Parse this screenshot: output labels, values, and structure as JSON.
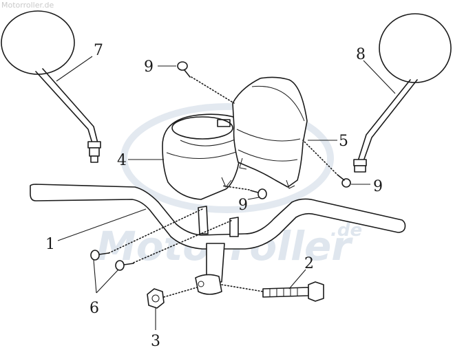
{
  "watermark": {
    "corner": "Motorroller.de",
    "center": "Motorroller",
    "center_suffix": ".de"
  },
  "callouts": {
    "c1": "1",
    "c2": "2",
    "c3": "3",
    "c4": "4",
    "c5": "5",
    "c6": "6",
    "c7": "7",
    "c8": "8",
    "c9_top": "9",
    "c9_right": "9",
    "c9_center": "9"
  }
}
